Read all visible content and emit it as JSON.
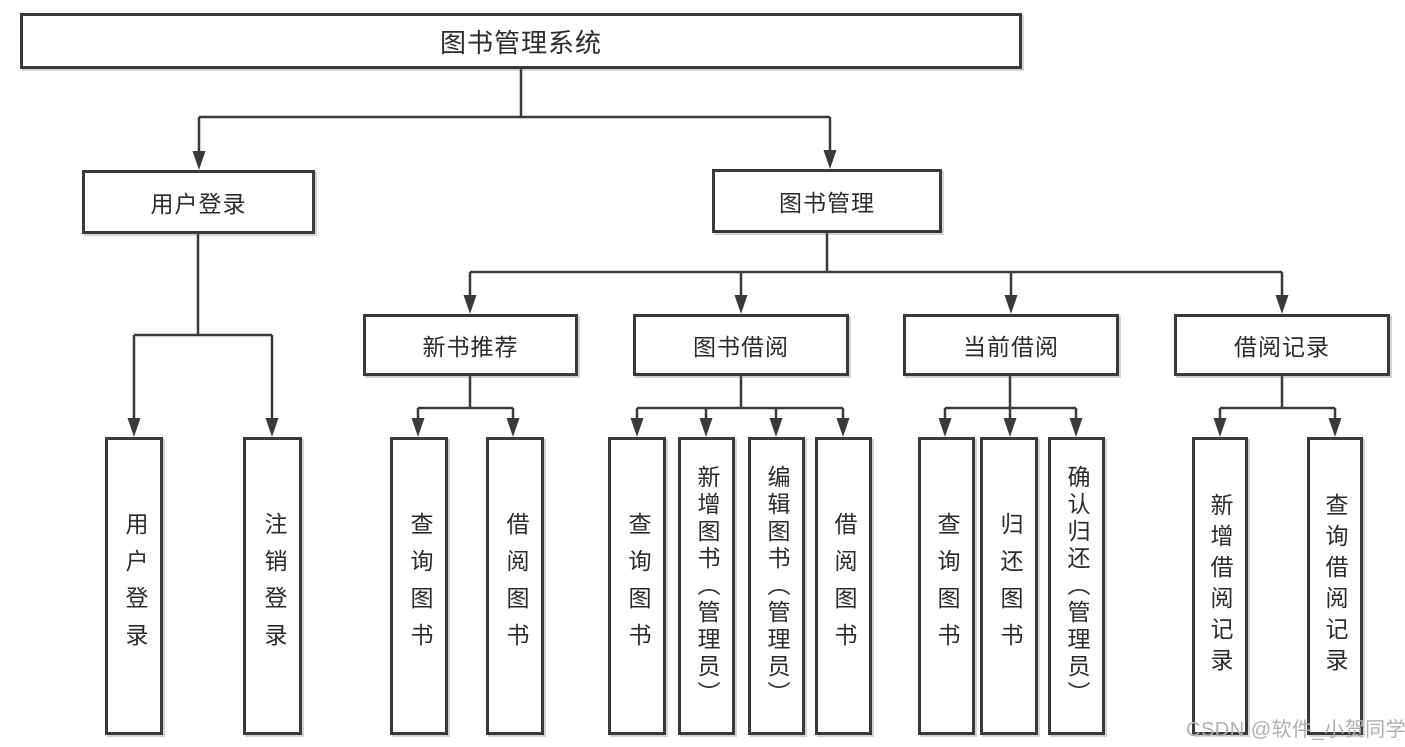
{
  "diagram": {
    "title_node": "图书管理系统",
    "level2": {
      "user_login": "用户登录",
      "book_management": "图书管理"
    },
    "level3": {
      "new_book_recommend": "新书推荐",
      "book_borrow": "图书借阅",
      "current_borrow": "当前借阅",
      "borrow_record": "借阅记录"
    },
    "leaves": {
      "user_login": [
        "用户登录",
        "注销登录"
      ],
      "new_book_recommend": [
        "查询图书",
        "借阅图书"
      ],
      "book_borrow": [
        "查询图书",
        "新增图书（管理员）",
        "编辑图书（管理员）",
        "借阅图书"
      ],
      "current_borrow": [
        "查询图书",
        "归还图书",
        "确认归还（管理员）"
      ],
      "borrow_record": [
        "新增借阅记录",
        "查询借阅记录"
      ]
    },
    "watermark": "CSDN @软件_小贺同学",
    "colors": {
      "line": "#3a3a3a",
      "text": "#2b2b2b",
      "box_background": "#ffffff",
      "watermark": "#b0b0b0"
    }
  }
}
